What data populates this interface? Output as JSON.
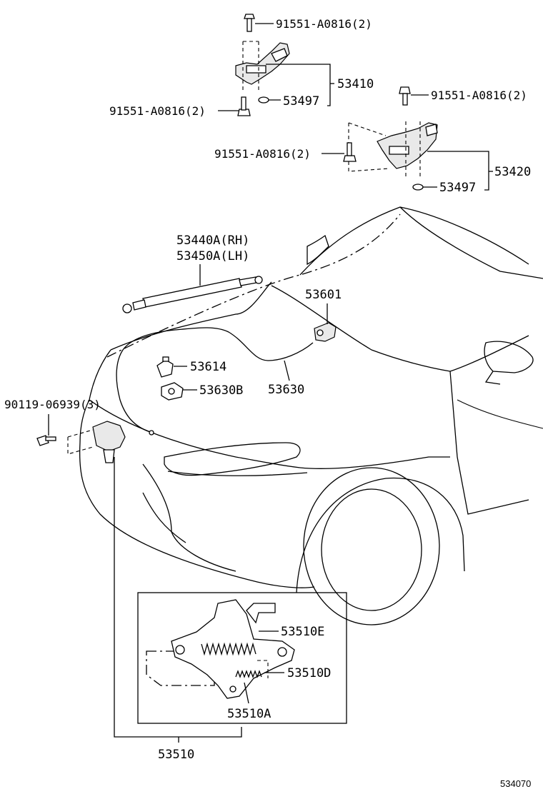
{
  "labels": {
    "bolt_top": "91551-A0816(2)",
    "bolt_left": "91551-A0816(2)",
    "hinge_lh": "53410",
    "washer_lh": "53497",
    "bolt_right_top": "91551-A0816(2)",
    "bolt_right_mid": "91551-A0816(2)",
    "hinge_rh": "53420",
    "washer_rh": "53497",
    "support_rh": "53440A(RH)",
    "support_lh": "53450A(LH)",
    "lever": "53601",
    "clip": "53614",
    "cable": "53630",
    "clamp": "53630B",
    "screw": "90119-06939(3)",
    "spring_e": "53510E",
    "spring_d": "53510D",
    "plate_a": "53510A",
    "lock": "53510",
    "figure_code": "534070"
  }
}
